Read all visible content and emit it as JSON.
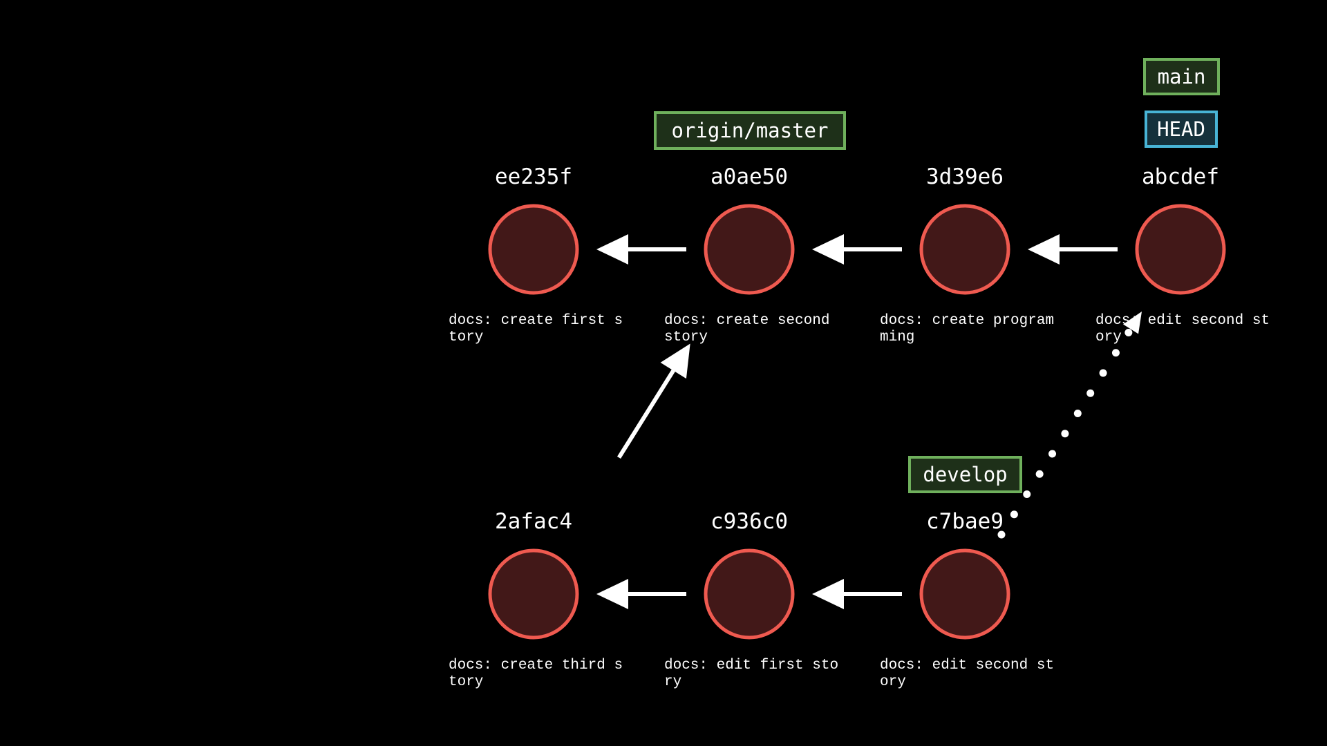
{
  "colors": {
    "background": "#000000",
    "commit_fill": "#421818",
    "commit_stroke": "#ef5a50",
    "arrow": "#ffffff",
    "branch_fill": "#1e3019",
    "branch_stroke": "#6fb05c",
    "head_fill": "#15313c",
    "head_stroke": "#48b4d6"
  },
  "commits": [
    {
      "id": "ee235f",
      "hash": "ee235f",
      "message_line1": "docs: create first s",
      "message_line2": "tory"
    },
    {
      "id": "a0ae50",
      "hash": "a0ae50",
      "message_line1": "docs: create second",
      "message_line2": "story"
    },
    {
      "id": "3d39e6",
      "hash": "3d39e6",
      "message_line1": "docs: create program",
      "message_line2": "ming"
    },
    {
      "id": "abcdef",
      "hash": "abcdef",
      "message_line1": "docs: edit second st",
      "message_line2": "ory"
    },
    {
      "id": "2afac4",
      "hash": "2afac4",
      "message_line1": "docs: create third s",
      "message_line2": "tory"
    },
    {
      "id": "c936c0",
      "hash": "c936c0",
      "message_line1": "docs: edit first sto",
      "message_line2": "ry"
    },
    {
      "id": "c7bae9",
      "hash": "c7bae9",
      "message_line1": "docs: edit second st",
      "message_line2": "ory"
    }
  ],
  "edges": [
    {
      "from": "a0ae50",
      "to": "ee235f",
      "style": "solid"
    },
    {
      "from": "3d39e6",
      "to": "a0ae50",
      "style": "solid"
    },
    {
      "from": "abcdef",
      "to": "3d39e6",
      "style": "solid"
    },
    {
      "from": "c936c0",
      "to": "2afac4",
      "style": "solid"
    },
    {
      "from": "c7bae9",
      "to": "c936c0",
      "style": "solid"
    },
    {
      "from": "2afac4",
      "to": "a0ae50",
      "style": "solid"
    },
    {
      "from": "c7bae9",
      "to": "abcdef",
      "style": "dotted"
    }
  ],
  "refs": [
    {
      "id": "main",
      "label": "main",
      "kind": "branch",
      "target": "abcdef"
    },
    {
      "id": "head",
      "label": "HEAD",
      "kind": "head",
      "target": "abcdef"
    },
    {
      "id": "origin-master",
      "label": "origin/master",
      "kind": "branch",
      "target": "a0ae50"
    },
    {
      "id": "develop",
      "label": "develop",
      "kind": "branch",
      "target": "c7bae9"
    }
  ]
}
